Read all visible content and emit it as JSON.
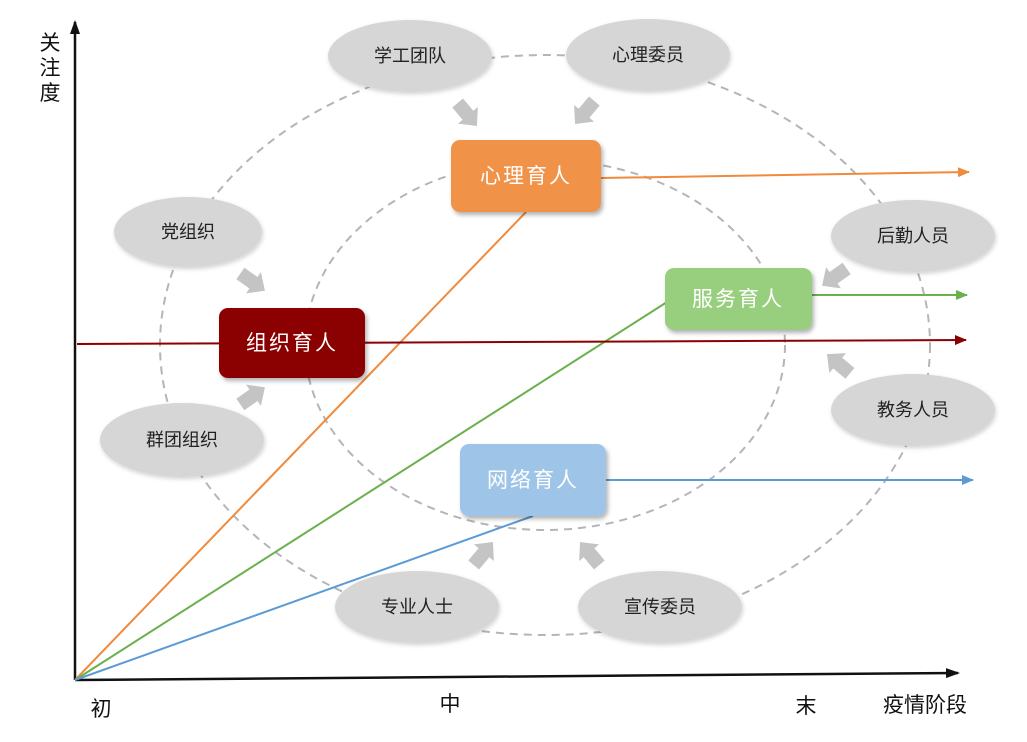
{
  "axis": {
    "y_label_chars": [
      "关",
      "注",
      "度"
    ],
    "x_label": "疫情阶段",
    "x_ticks": {
      "start": "初",
      "middle": "中",
      "end": "末"
    }
  },
  "centers": {
    "psychological": {
      "label": "心理育人",
      "color": "#f0934a"
    },
    "service": {
      "label": "服务育人",
      "color": "#98cf7f"
    },
    "organization": {
      "label": "组织育人",
      "color": "#8b0000"
    },
    "network": {
      "label": "网络育人",
      "color": "#9ec5e8"
    }
  },
  "actors": {
    "student_work_team": "学工团队",
    "psych_committee": "心理委员",
    "party_org": "党组织",
    "logistics_staff": "后勤人员",
    "mass_org": "群团组织",
    "academic_affairs_staff": "教务人员",
    "professionals": "专业人士",
    "publicity_committee": "宣传委员"
  },
  "line_colors": {
    "psychological": "#f08a3c",
    "service": "#6ab04c",
    "organization": "#8b0000",
    "network": "#5b9bd5"
  }
}
